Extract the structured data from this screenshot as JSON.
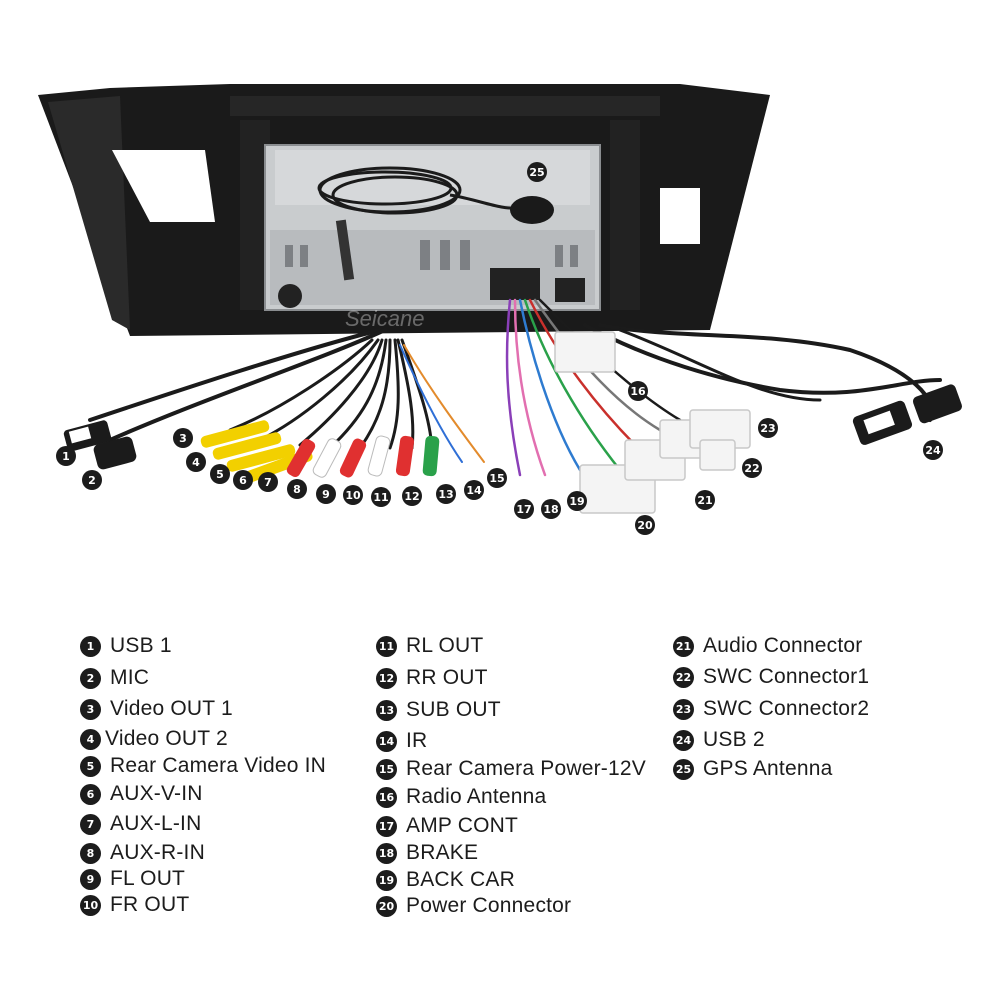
{
  "watermark": "Seicane",
  "legend": {
    "col1": [
      {
        "num": "1",
        "label": "USB 1"
      },
      {
        "num": "2",
        "label": "MIC"
      },
      {
        "num": "3",
        "label": "Video OUT 1"
      },
      {
        "num": "4",
        "label": "Video OUT 2"
      },
      {
        "num": "5",
        "label": "Rear Camera Video IN"
      },
      {
        "num": "6",
        "label": "AUX-V-IN"
      },
      {
        "num": "7",
        "label": "AUX-L-IN"
      },
      {
        "num": "8",
        "label": "AUX-R-IN"
      },
      {
        "num": "9",
        "label": "FL OUT"
      },
      {
        "num": "10",
        "label": "FR OUT"
      }
    ],
    "col2": [
      {
        "num": "11",
        "label": "RL OUT"
      },
      {
        "num": "12",
        "label": "RR OUT"
      },
      {
        "num": "13",
        "label": "SUB OUT"
      },
      {
        "num": "14",
        "label": "IR"
      },
      {
        "num": "15",
        "label": "Rear Camera Power-12V"
      },
      {
        "num": "16",
        "label": "Radio Antenna"
      },
      {
        "num": "17",
        "label": "AMP CONT"
      },
      {
        "num": "18",
        "label": "BRAKE"
      },
      {
        "num": "19",
        "label": "BACK CAR"
      },
      {
        "num": "20",
        "label": "Power Connector"
      }
    ],
    "col3": [
      {
        "num": "21",
        "label": "Audio Connector"
      },
      {
        "num": "22",
        "label": "SWC Connector1"
      },
      {
        "num": "23",
        "label": "SWC Connector2"
      },
      {
        "num": "24",
        "label": "USB 2"
      },
      {
        "num": "25",
        "label": "GPS Antenna"
      }
    ]
  },
  "callouts": [
    "1",
    "2",
    "3",
    "4",
    "5",
    "6",
    "7",
    "8",
    "9",
    "10",
    "11",
    "12",
    "13",
    "14",
    "15",
    "16",
    "17",
    "18",
    "19",
    "20",
    "21",
    "22",
    "23",
    "24",
    "25"
  ]
}
